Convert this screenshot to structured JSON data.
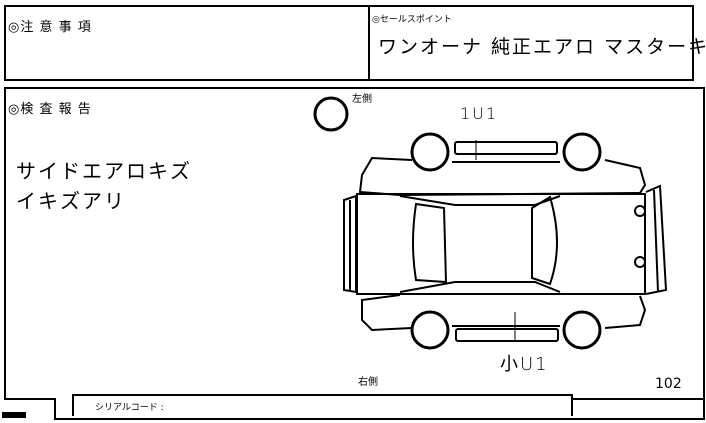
{
  "notes_section": {
    "title": "◎注 意 事 項"
  },
  "sales_point": {
    "title": "◎セールスポイント",
    "handwritten": "ワンオーナ 純正エアロ マスターキー"
  },
  "inspection": {
    "title": "◎検 査 報 告",
    "handwritten_line1": "サイドエアロキズ",
    "handwritten_line2": "イキズアリ",
    "left_side_label": "左側",
    "right_side_label": "右側",
    "mark_top": "1U1",
    "mark_bottom": "小U1",
    "page_number": "102"
  },
  "serial": {
    "label": "シリアルコード :"
  }
}
